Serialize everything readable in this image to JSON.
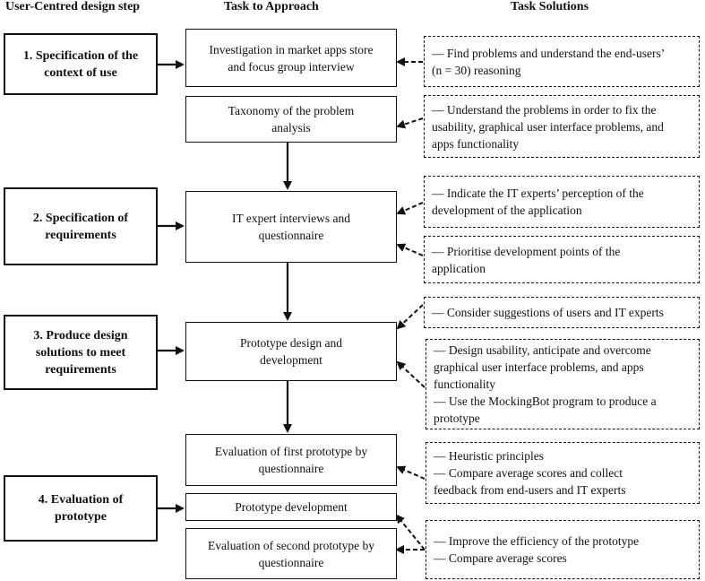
{
  "headers": {
    "step": "User-Centred design step",
    "approach": "Task to Approach",
    "solutions": "Task Solutions"
  },
  "steps": [
    {
      "number": "1.",
      "label": "Specification of the\ncontext of use"
    },
    {
      "number": "2.",
      "label": "Specification of\nrequirements"
    },
    {
      "number": "3.",
      "label": "Produce design\nsolutions to meet\nrequirements"
    },
    {
      "number": "4.",
      "label": "Evaluation of\nprototype"
    }
  ],
  "tasks": [
    "Investigation in market apps store\nand focus group interview",
    "Taxonomy of the problem\nanalysis",
    "IT expert interviews and\nquestionnaire",
    "Prototype design and\ndevelopment",
    "Evaluation of first prototype by\nquestionnaire",
    "Prototype development",
    "Evaluation of second prototype by\nquestionnaire"
  ],
  "solutions": [
    "— Find problems and understand the end-users’\n(n = 30)  reasoning",
    "— Understand the problems in order to fix the\nusability, graphical user interface problems, and\napps functionality",
    "— Indicate the IT experts’ perception of the\ndevelopment of the application",
    "— Prioritise development points of the\napplication",
    "— Consider suggestions of users and IT experts",
    "— Design usability, anticipate and overcome\ngraphical user interface problems, and apps\nfunctionality\n— Use the MockingBot program to produce  a\nprototype",
    "— Heuristic principles\n— Compare average scores and collect\nfeedback from end-users and IT experts",
    "— Improve the efficiency of the prototype\n— Compare average scores"
  ]
}
